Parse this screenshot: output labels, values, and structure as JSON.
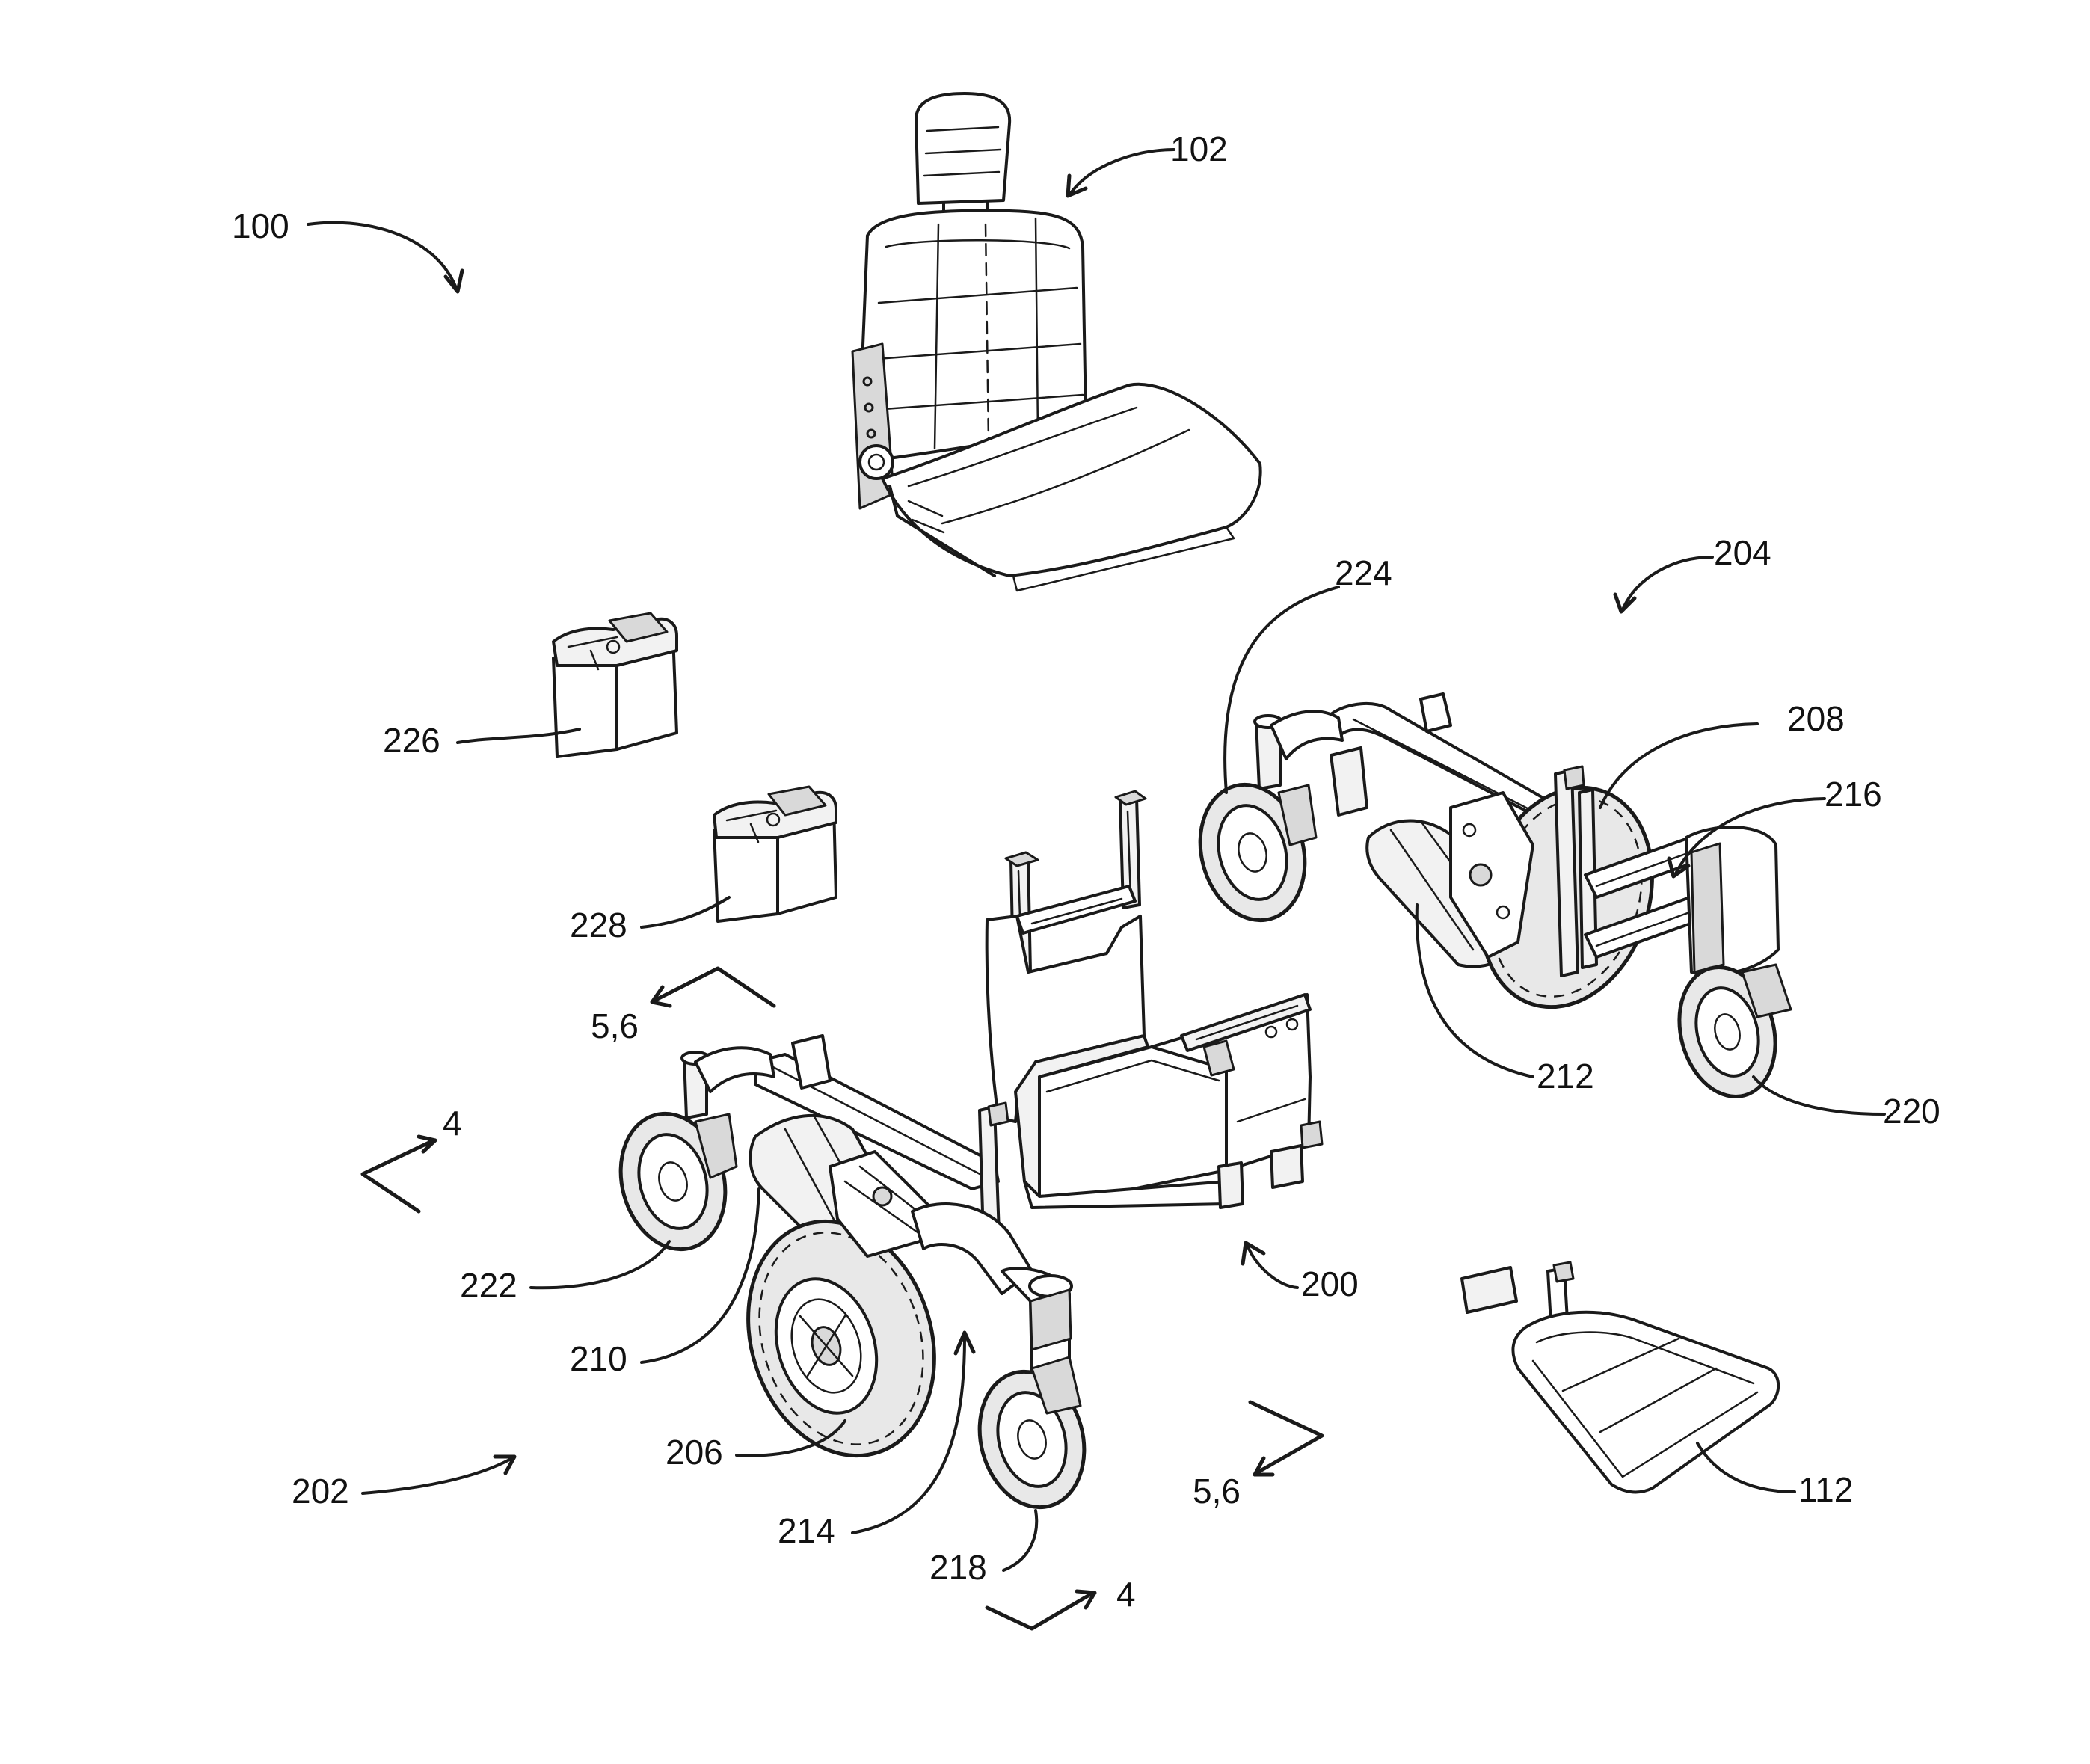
{
  "figure": {
    "reference_numerals": {
      "n100": "100",
      "n102": "102",
      "n112": "112",
      "n200": "200",
      "n202": "202",
      "n204": "204",
      "n206": "206",
      "n208": "208",
      "n210": "210",
      "n212": "212",
      "n214": "214",
      "n216": "216",
      "n218": "218",
      "n220": "220",
      "n222": "222",
      "n224": "224",
      "n226": "226",
      "n228": "228"
    },
    "section_markers": {
      "s4_left": "4",
      "s4_bottom": "4",
      "s56_left": "5,6",
      "s56_right": "5,6"
    },
    "components": [
      "seat-icon",
      "battery-icon",
      "battery-icon",
      "frame-tub-icon",
      "left-drive-assembly-icon",
      "right-drive-assembly-icon",
      "footrest-icon"
    ]
  }
}
